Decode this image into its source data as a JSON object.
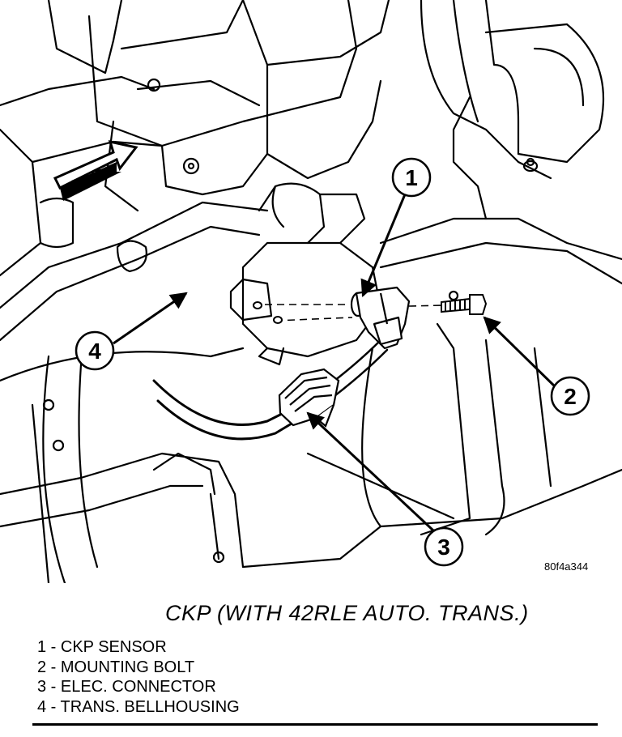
{
  "figure": {
    "fwd_label": "FWD",
    "callouts": [
      "1",
      "2",
      "3",
      "4"
    ],
    "figure_id": "80f4a344"
  },
  "caption": "CKP (WITH 42RLE AUTO. TRANS.)",
  "legend": [
    "1 - CKP SENSOR",
    "2 - MOUNTING BOLT",
    "3 - ELEC. CONNECTOR",
    "4 - TRANS. BELLHOUSING"
  ]
}
